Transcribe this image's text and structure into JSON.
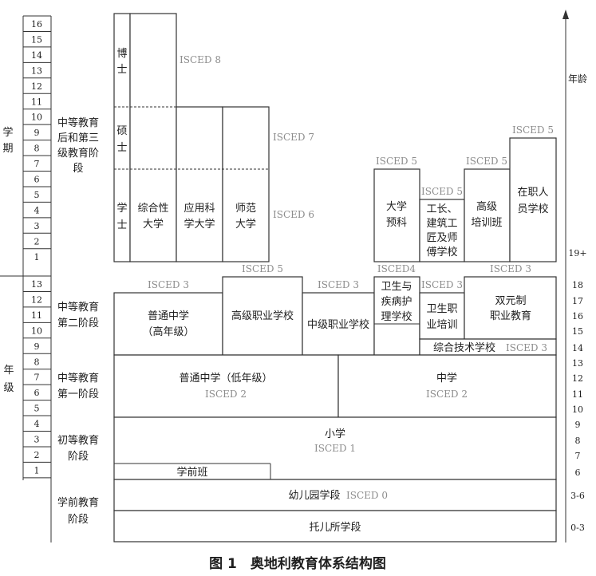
{
  "left_axis": {
    "term_label": [
      "学",
      "期"
    ],
    "grade_label": [
      "年",
      "级"
    ],
    "terms": [
      "16",
      "15",
      "14",
      "13",
      "12",
      "11",
      "10",
      "9",
      "8",
      "7",
      "6",
      "5",
      "4",
      "3",
      "2",
      "1"
    ],
    "grades": [
      "13",
      "12",
      "11",
      "10",
      "9",
      "8",
      "7",
      "6",
      "5",
      "4",
      "3",
      "2",
      "1"
    ]
  },
  "right_axis": {
    "title": "年龄",
    "ages": [
      "19+",
      "18",
      "17",
      "16",
      "15",
      "14",
      "13",
      "12",
      "11",
      "10",
      "9",
      "8",
      "7",
      "6",
      "3-6",
      "0-3"
    ]
  },
  "stages": {
    "post_secondary": [
      "中等教育",
      "后和第三",
      "级教育阶",
      "段"
    ],
    "upper_secondary": [
      "中等教育",
      "第二阶段"
    ],
    "lower_secondary": [
      "中等教育",
      "第一阶段"
    ],
    "primary": [
      "初等教育",
      "阶段"
    ],
    "preschool": [
      "学前教育",
      "阶段"
    ]
  },
  "boxes": {
    "doctor": [
      "博",
      "士"
    ],
    "master": [
      "硕",
      "士"
    ],
    "bachelor": [
      "学",
      "士"
    ],
    "university": [
      "综合性",
      "大学"
    ],
    "applied_univ": [
      "应用科",
      "学大学"
    ],
    "teacher_univ": [
      "师范",
      "大学"
    ],
    "univ_prep": [
      "大学",
      "预科"
    ],
    "foreman_school": [
      "工长、",
      "建筑工",
      "匠及师",
      "傅学校"
    ],
    "advanced_training": [
      "高级",
      "培训班"
    ],
    "inservice_school": [
      "在职人",
      "员学校"
    ],
    "general_upper": [
      "普通中学",
      "（高年级）"
    ],
    "higher_vocational": [
      "高级职业学校"
    ],
    "middle_vocational": [
      "中级职业学校"
    ],
    "health_nursing": [
      "卫生与",
      "疾病护",
      "理学校"
    ],
    "health_vocational": [
      "卫生职",
      "业培训"
    ],
    "dual_system": [
      "双元制",
      "职业教育"
    ],
    "polytechnic": "综合技术学校",
    "general_lower": "普通中学（低年级）",
    "middle_school": "中学",
    "primary_school": "小学",
    "preschool_class": "学前班",
    "kindergarten": "幼儿园学段",
    "nursery": "托儿所学段"
  },
  "isced": {
    "isced8": "ISCED 8",
    "isced7": "ISCED 7",
    "isced6": "ISCED 6",
    "isced5_prep": "ISCED 5",
    "isced5_foreman": "ISCED 5",
    "isced5_adv": "ISCED 5",
    "isced5_inservice": "ISCED 5",
    "isced5_higher_voc": "ISCED 5",
    "isced3_general": "ISCED 3",
    "isced3_middle_voc": "ISCED 3",
    "isced4_health": "ISCED4",
    "isced3_health_voc": "ISCED 3",
    "isced3_dual": "ISCED 3",
    "isced3_poly": "ISCED 3",
    "isced2_general": "ISCED 2",
    "isced2_middle": "ISCED 2",
    "isced1": "ISCED 1",
    "isced0": "ISCED 0"
  },
  "caption": "图 1　奥地利教育体系结构图"
}
